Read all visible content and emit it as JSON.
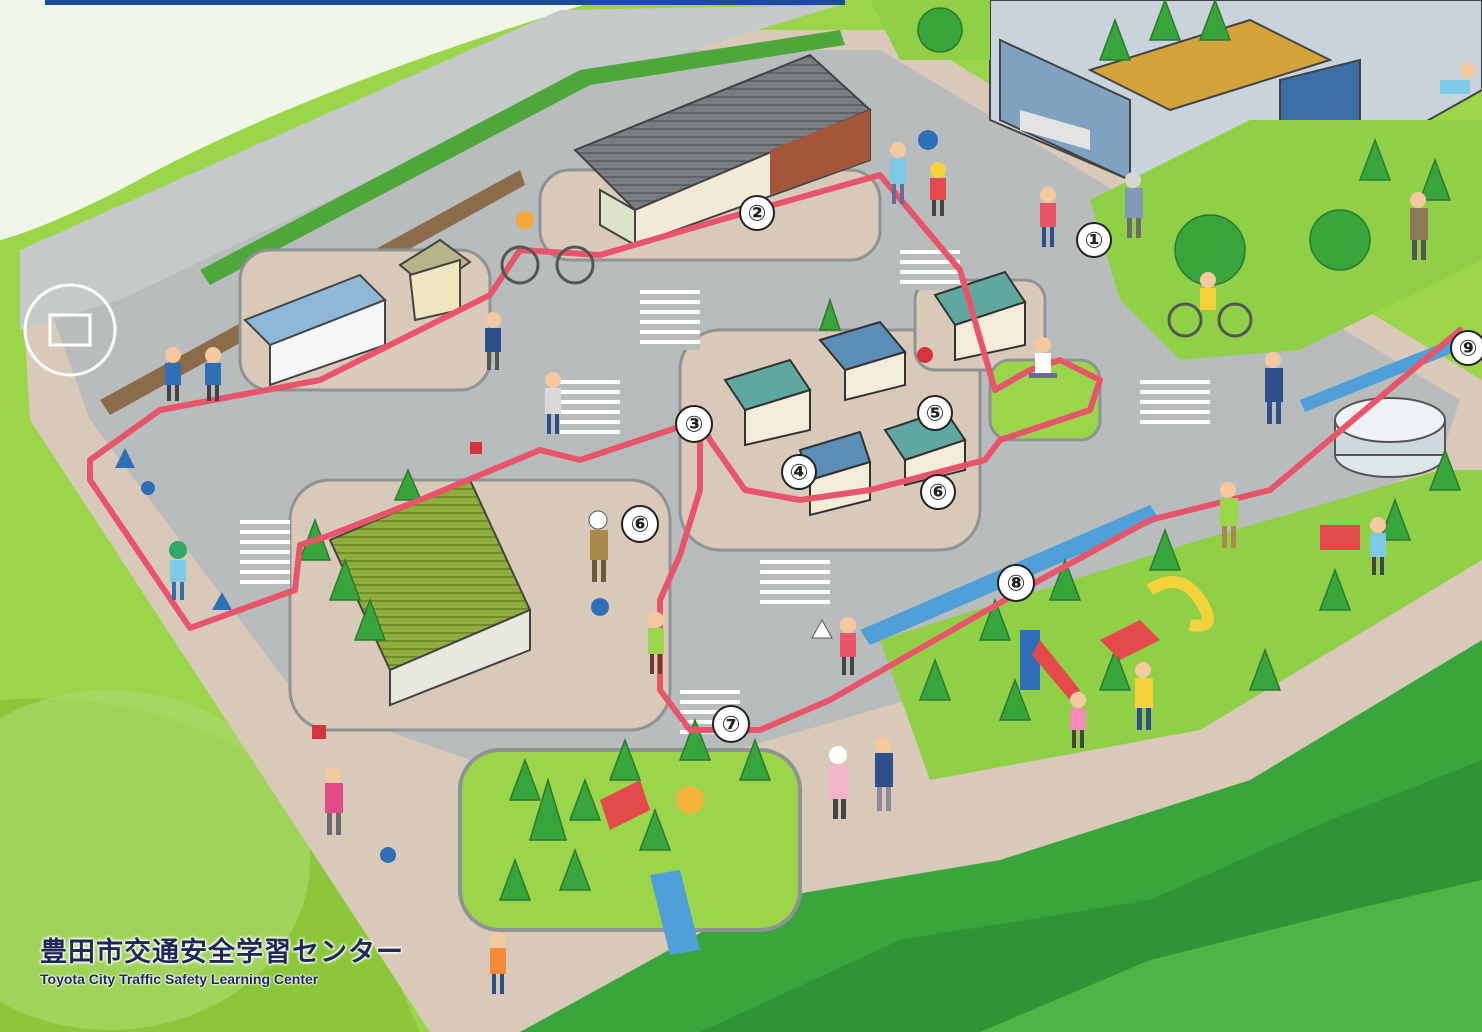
{
  "title": {
    "japanese": "豊田市交通安全学習センター",
    "english": "Toyota City Traffic Safety Learning Center"
  },
  "stations": [
    {
      "label": "①"
    },
    {
      "label": "②"
    },
    {
      "label": "③"
    },
    {
      "label": "④"
    },
    {
      "label": "⑤"
    },
    {
      "label": "⑥"
    },
    {
      "label": "⑥"
    },
    {
      "label": "⑦"
    },
    {
      "label": "⑧"
    },
    {
      "label": "⑨"
    }
  ],
  "colors": {
    "route": "#e8546a",
    "road": "#b9bcbc",
    "lawn": "#8ccc3c",
    "forest": "#35a13a",
    "sidewalk": "#d9c9b8",
    "title_text": "#1e2a55"
  }
}
